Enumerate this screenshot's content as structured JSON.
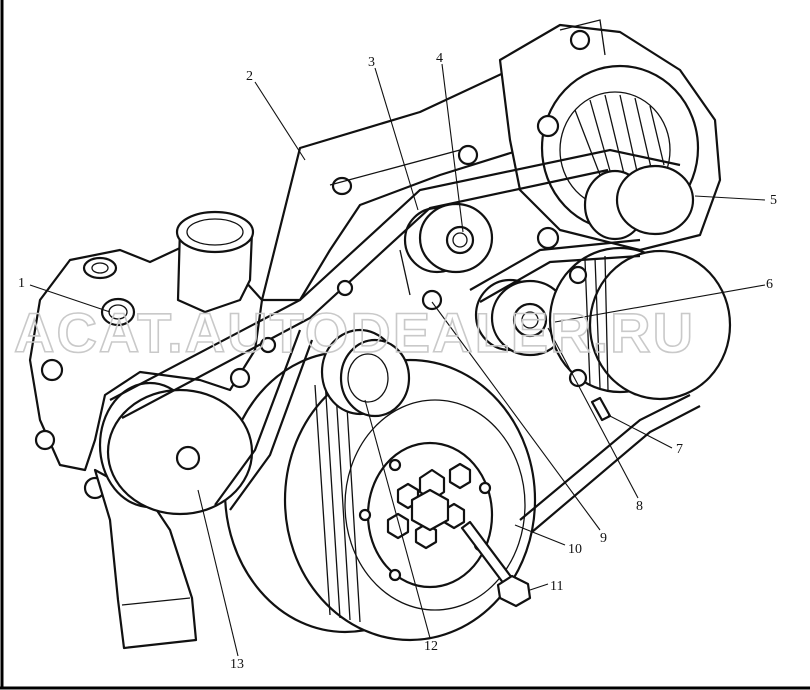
{
  "diagram": {
    "callouts": [
      "1",
      "2",
      "3",
      "4",
      "5",
      "6",
      "7",
      "8",
      "9",
      "10",
      "11",
      "12",
      "13"
    ]
  },
  "watermark": {
    "text": "ACAT.AUTODEALER.RU",
    "color": "#c9c9c9"
  },
  "colors": {
    "line": "#111111",
    "background": "#ffffff",
    "frame": "#000000"
  }
}
